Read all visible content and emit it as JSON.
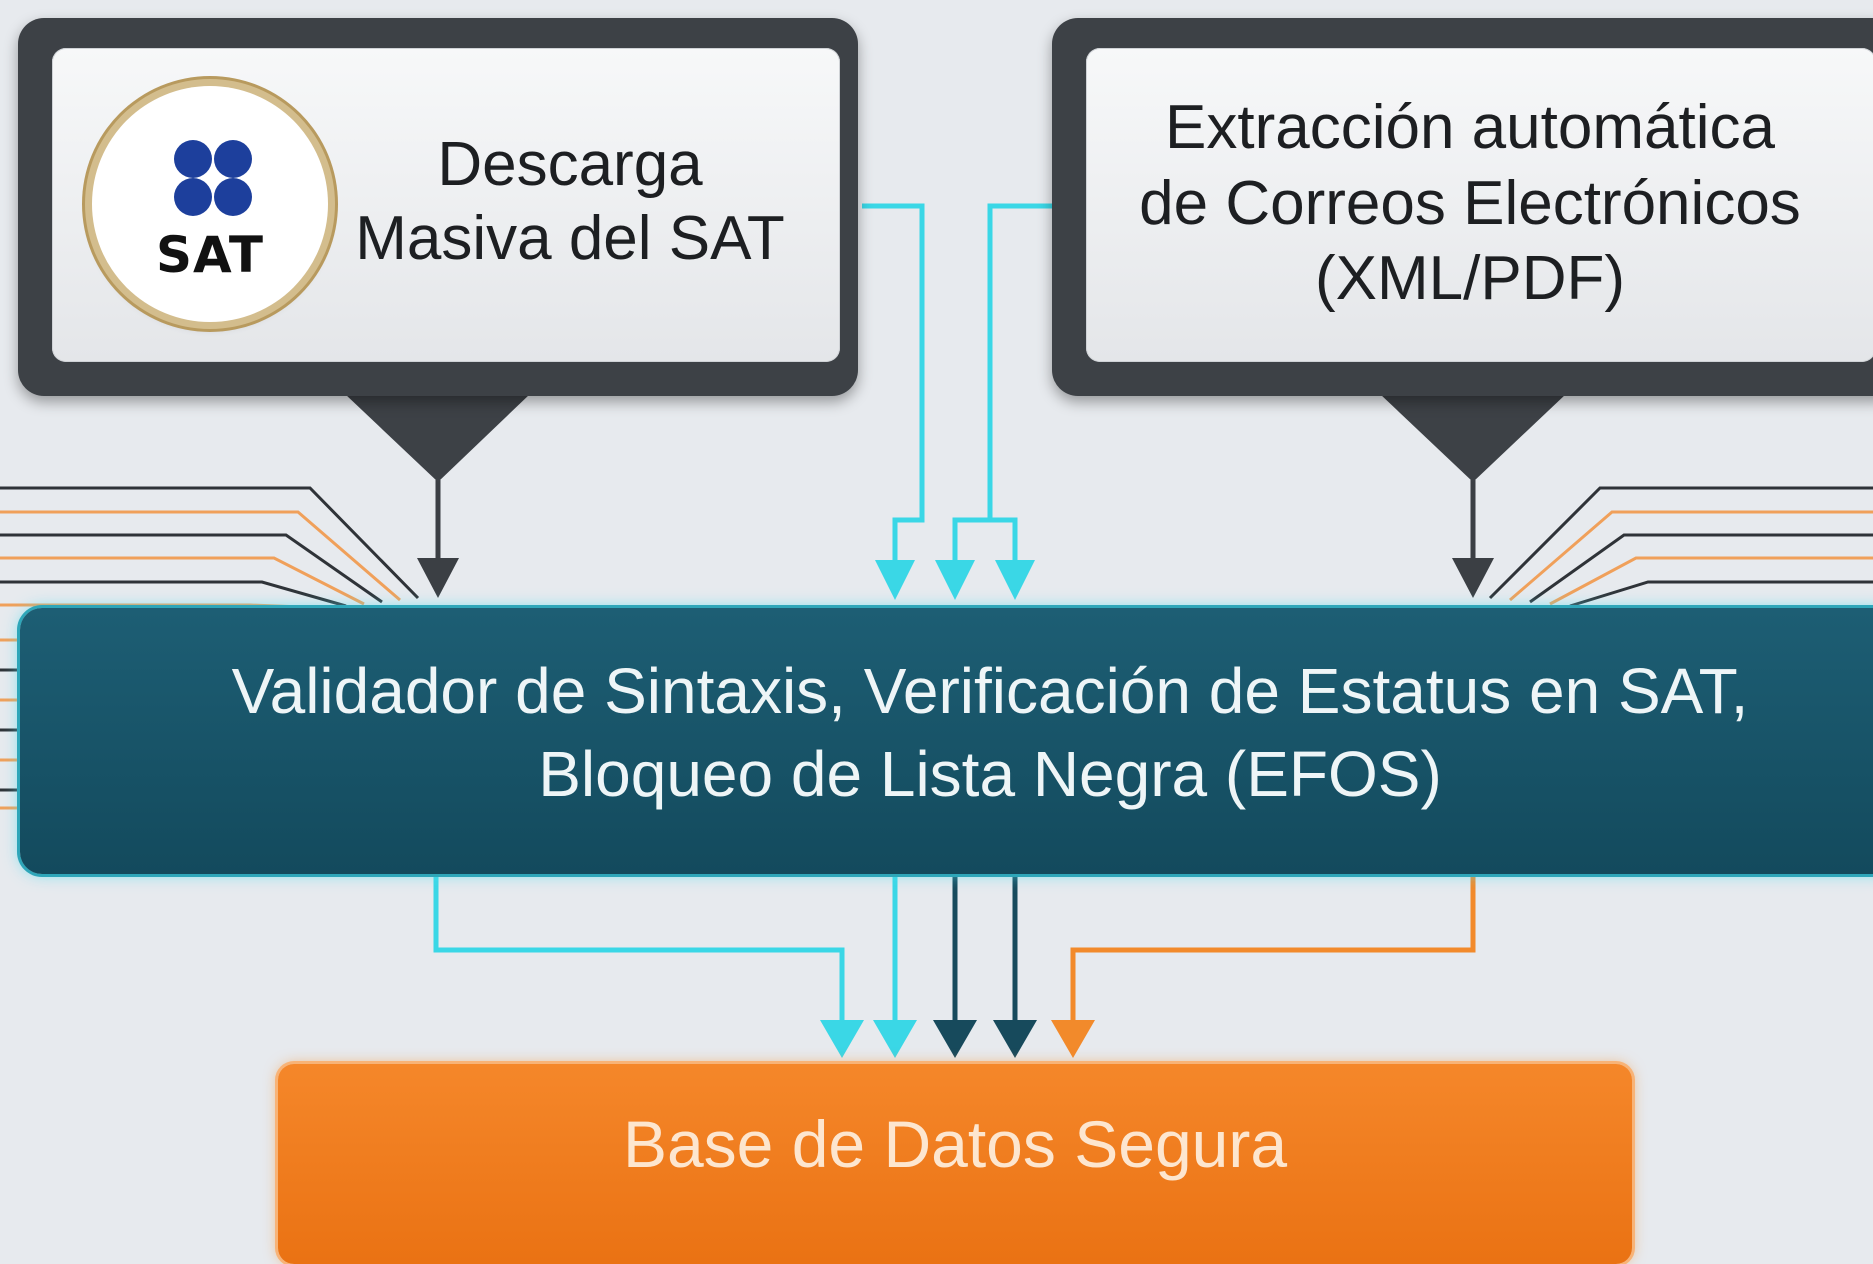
{
  "colors": {
    "background": "#e7eaee",
    "callout_frame": "#3d4146",
    "connector_dark": "#2f3338",
    "connector_teal": "#3ad7e6",
    "connector_navy": "#174a5c",
    "connector_orange": "#f28a2b",
    "validator_fill": "#175568",
    "database_fill": "#f07c1e",
    "sat_blue": "#1d3f9c"
  },
  "sat_download": {
    "logo_text": "SAT",
    "title_lines": [
      "Descarga",
      "Masiva del SAT"
    ]
  },
  "email_extraction": {
    "title_lines": [
      "Extracción automática",
      "de Correos Electrónicos",
      "(XML/PDF)"
    ]
  },
  "validator": {
    "lines": [
      "Validador de Sintaxis, Verificación de Estatus en SAT,",
      "Bloqueo de Lista Negra (EFOS)"
    ]
  },
  "database": {
    "label": "Base de Datos Segura"
  }
}
